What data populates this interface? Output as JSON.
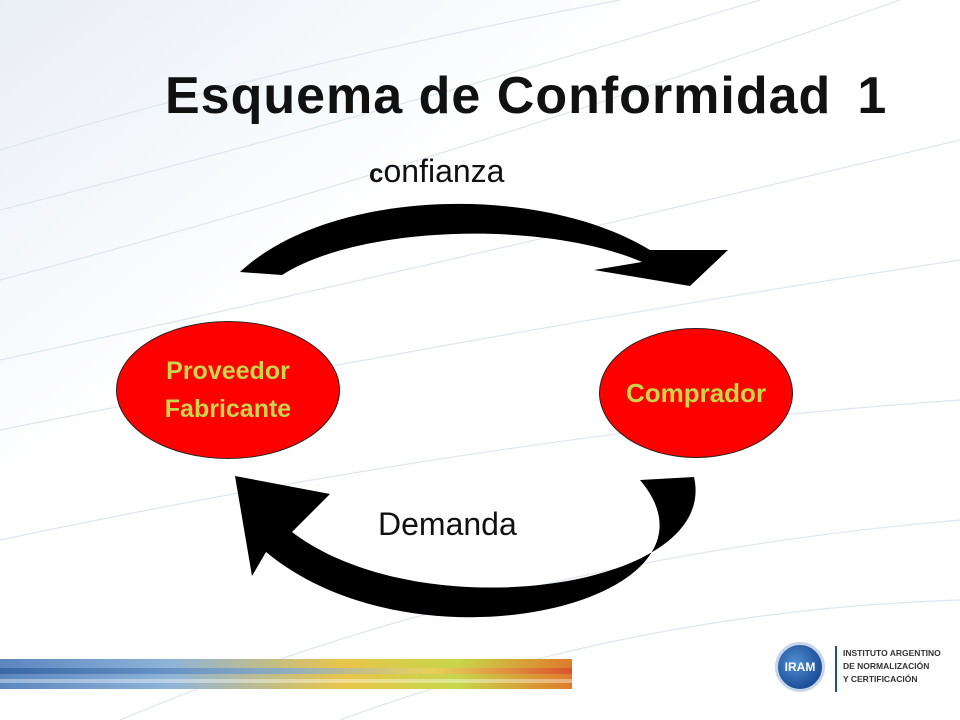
{
  "slide": {
    "title": "Esquema de Conformidad",
    "title_number": "1"
  },
  "diagram": {
    "top_arrow_label_initial": "c",
    "top_arrow_label_rest": "onfianza",
    "bottom_arrow_label": "Demanda",
    "nodes": {
      "left_line1": "Proveedor",
      "left_line2": "Fabricante",
      "right": "Comprador"
    },
    "node_fill": "#ff0000",
    "node_text_color": "#c7d64a",
    "arrow_color": "#000000"
  },
  "logo": {
    "mark": "IRAM",
    "line1": "INSTITUTO ARGENTINO",
    "line2": "DE NORMALIZACIÓN",
    "line3": "Y CERTIFICACIÓN"
  }
}
